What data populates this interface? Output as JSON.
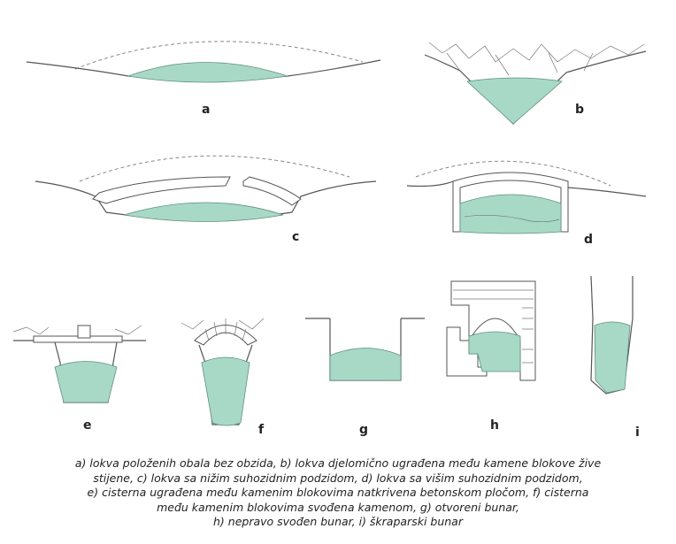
{
  "labels": {
    "a": "a",
    "b": "b",
    "c": "c",
    "d": "d",
    "e": "e",
    "f": "f",
    "g": "g",
    "h": "h",
    "i": "i"
  },
  "caption": [
    "a) lokva položenih obala bez obzida, b) lokva djelomično ugrađena među kamene blokove žive",
    "stijene, c) lokva sa nižim suhozidnim podzidom, d) lokva sa višim suhozidnim podzidom,",
    "e) cisterna ugrađena među kamenim blokovima natkrivena betonskom pločom, f) cisterna",
    "među kamenim blokovima svođena kamenom, g) otvoreni bunar,",
    "h) nepravo svođen bunar, i) škraparski bunar"
  ],
  "colors": {
    "water": "#a7d9c6",
    "line": "#555555"
  }
}
